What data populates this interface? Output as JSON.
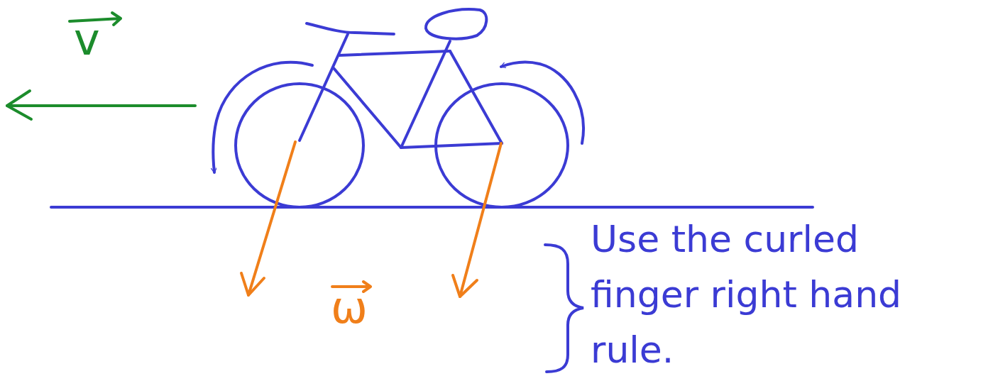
{
  "diagram": {
    "labels": [
      "v",
      "ω",
      "Use the curled finger right hand rule."
    ]
  }
}
